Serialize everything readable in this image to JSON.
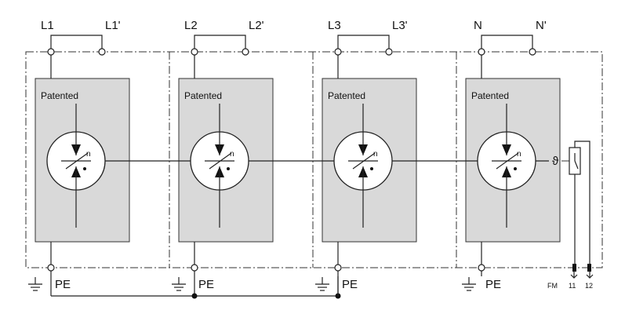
{
  "modules": [
    {
      "in_label": "L1",
      "out_label": "L1'",
      "patent_label": "Patented",
      "pe_label": "PE",
      "n_label": "n"
    },
    {
      "in_label": "L2",
      "out_label": "L2'",
      "patent_label": "Patented",
      "pe_label": "PE",
      "n_label": "n"
    },
    {
      "in_label": "L3",
      "out_label": "L3'",
      "patent_label": "Patented",
      "pe_label": "PE",
      "n_label": "n"
    },
    {
      "in_label": "N",
      "out_label": "N'",
      "patent_label": "Patented",
      "pe_label": "PE",
      "n_label": "n"
    }
  ],
  "remote_signal": {
    "fm_label": "FM",
    "contact_11": "11",
    "contact_12": "12",
    "thermal_symbol": "ϑ"
  }
}
